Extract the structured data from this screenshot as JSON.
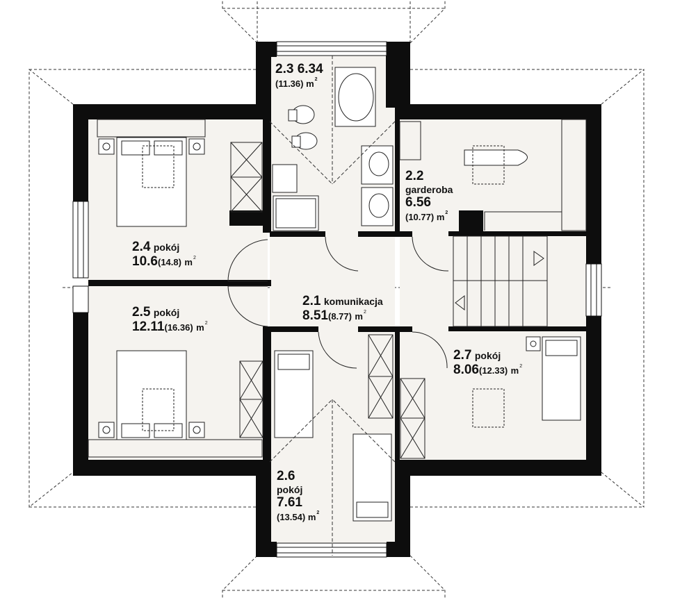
{
  "rooms": {
    "r23": {
      "number": "2.3",
      "area": "6.34",
      "area_total": "(11.36)",
      "unit": "m",
      "sup": "2"
    },
    "r22": {
      "number": "2.2",
      "name": "garderoba",
      "area": "6.56",
      "area_total": "(10.77)",
      "unit": "m",
      "sup": "2"
    },
    "r24": {
      "number": "2.4",
      "name": "pokój",
      "area": "10.6",
      "area_total": "(14.8)",
      "unit": "m",
      "sup": "2"
    },
    "r21": {
      "number": "2.1",
      "name": "komunikacja",
      "area": "8.51",
      "area_total": "(8.77)",
      "unit": "m",
      "sup": "2"
    },
    "r25": {
      "number": "2.5",
      "name": "pokój",
      "area": "12.11",
      "area_total": "(16.36)",
      "unit": "m",
      "sup": "2"
    },
    "r27": {
      "number": "2.7",
      "name": "pokój",
      "area": "8.06",
      "area_total": "(12.33)",
      "unit": "m",
      "sup": "2"
    },
    "r26": {
      "number": "2.6",
      "name": "pokój",
      "area": "7.61",
      "area_total": "(13.54)",
      "unit": "m",
      "sup": "2"
    }
  },
  "colors": {
    "wall": "#0d0d0d",
    "floor": "#f5f3ef",
    "line": "#222222"
  }
}
